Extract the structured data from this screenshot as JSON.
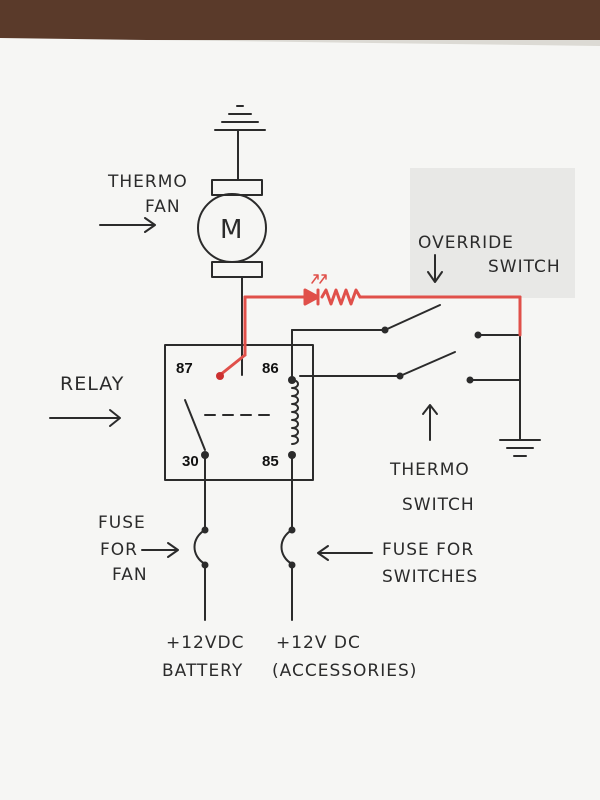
{
  "pins": {
    "p87": "87",
    "p86": "86",
    "p30": "30",
    "p85": "85"
  },
  "labels": {
    "thermo_fan_1": "THERMO",
    "thermo_fan_2": "FAN",
    "motor": "M",
    "override_1": "OVERRIDE",
    "override_2": "SWITCH",
    "relay": "RELAY",
    "thermo_switch_1": "THERMO",
    "thermo_switch_2": "SWITCH",
    "fuse_fan_1": "FUSE",
    "fuse_fan_2": "FOR",
    "fuse_fan_3": "FAN",
    "fuse_sw_1": "FUSE FOR",
    "fuse_sw_2": "SWITCHES",
    "batt_1": "+12VDC",
    "batt_2": "BATTERY",
    "acc_1": "+12V DC",
    "acc_2": "(ACCESSORIES)"
  },
  "colors": {
    "paper": "#f6f6f4",
    "ink": "#2b2b2b",
    "wire_red": "#e0504a",
    "top_edge": "#5a3a2a"
  }
}
